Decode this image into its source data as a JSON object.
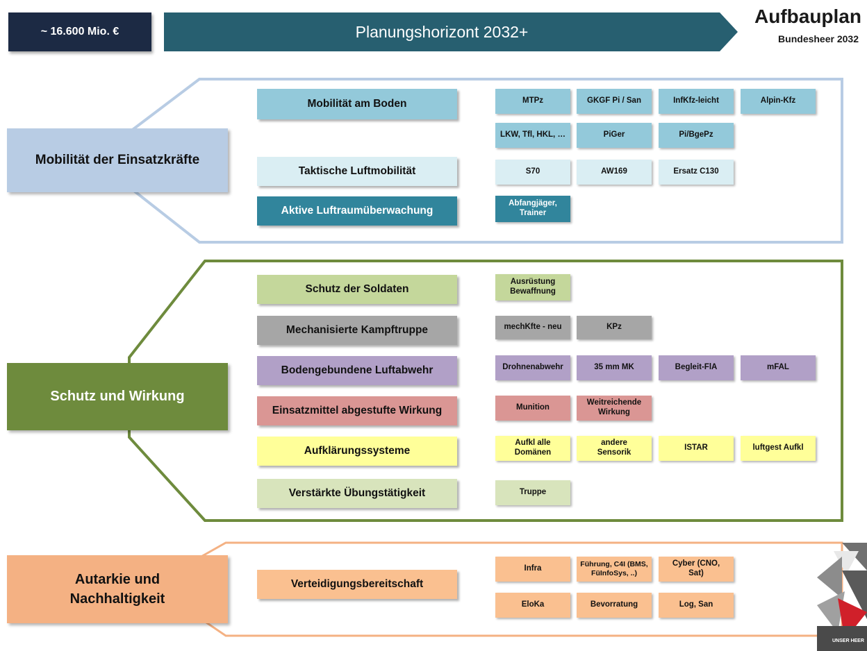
{
  "header": {
    "budget": "~ 16.600 Mio. €",
    "banner": "Planungshorizont 2032+",
    "brand_title": "Aufbauplan",
    "brand_subtitle": "Bundesheer 2032"
  },
  "colors": {
    "navy": "#1c2a44",
    "teal_banner": "#275f70",
    "mobility_frame": "#b8cce4",
    "effect_frame": "#6e8b3d",
    "autarky_frame": "#f4b183"
  },
  "sections": {
    "mobility": {
      "label": "Mobilität der Einsatzkräfte",
      "rows": {
        "ground": {
          "label": "Mobilität am Boden",
          "items": [
            "MTPz",
            "GKGF Pi / San",
            "InfKfz-leicht",
            "Alpin-Kfz",
            "LKW, Tfl, HKL, …",
            "PiGer",
            "Pi/BgePz"
          ]
        },
        "air_tactical": {
          "label": "Taktische Luftmobilität",
          "items": [
            "S70",
            "AW169",
            "Ersatz C130"
          ]
        },
        "air_surveillance": {
          "label": "Aktive Luftraumüberwachung",
          "items": [
            "Abfangjäger, Trainer"
          ]
        }
      }
    },
    "effect": {
      "label": "Schutz und Wirkung",
      "rows": {
        "protection": {
          "label": "Schutz der Soldaten",
          "items": [
            "Ausrüstung Bewaffnung"
          ]
        },
        "mechanized": {
          "label": "Mechanisierte Kampftruppe",
          "items": [
            "mechKfte - neu",
            "KPz"
          ]
        },
        "air_defense": {
          "label": "Bodengebundene Luftabwehr",
          "items": [
            "Drohnenabwehr",
            "35 mm MK",
            "Begleit-FlA",
            "mFAL"
          ]
        },
        "munitions": {
          "label": "Einsatzmittel abgestufte Wirkung",
          "items": [
            "Munition",
            "Weitreichende Wirkung"
          ]
        },
        "recon": {
          "label": "Aufklärungssysteme",
          "items": [
            "Aufkl alle Domänen",
            "andere Sensorik",
            "ISTAR",
            "luftgest Aufkl"
          ]
        },
        "training": {
          "label": "Verstärkte Übungstätigkeit",
          "items": [
            "Truppe"
          ]
        }
      }
    },
    "autarky": {
      "label": "Autarkie und Nachhaltigkeit",
      "rows": {
        "defense": {
          "label": "Verteidigungsbereitschaft",
          "items": [
            "Infra",
            "Führung, C4I (BMS, FüInfoSys, ..)",
            "Cyber (CNO, Sat)",
            "EloKa",
            "Bevorratung",
            "Log, San"
          ]
        }
      }
    }
  },
  "logo": {
    "text": "UNSER HEER"
  }
}
